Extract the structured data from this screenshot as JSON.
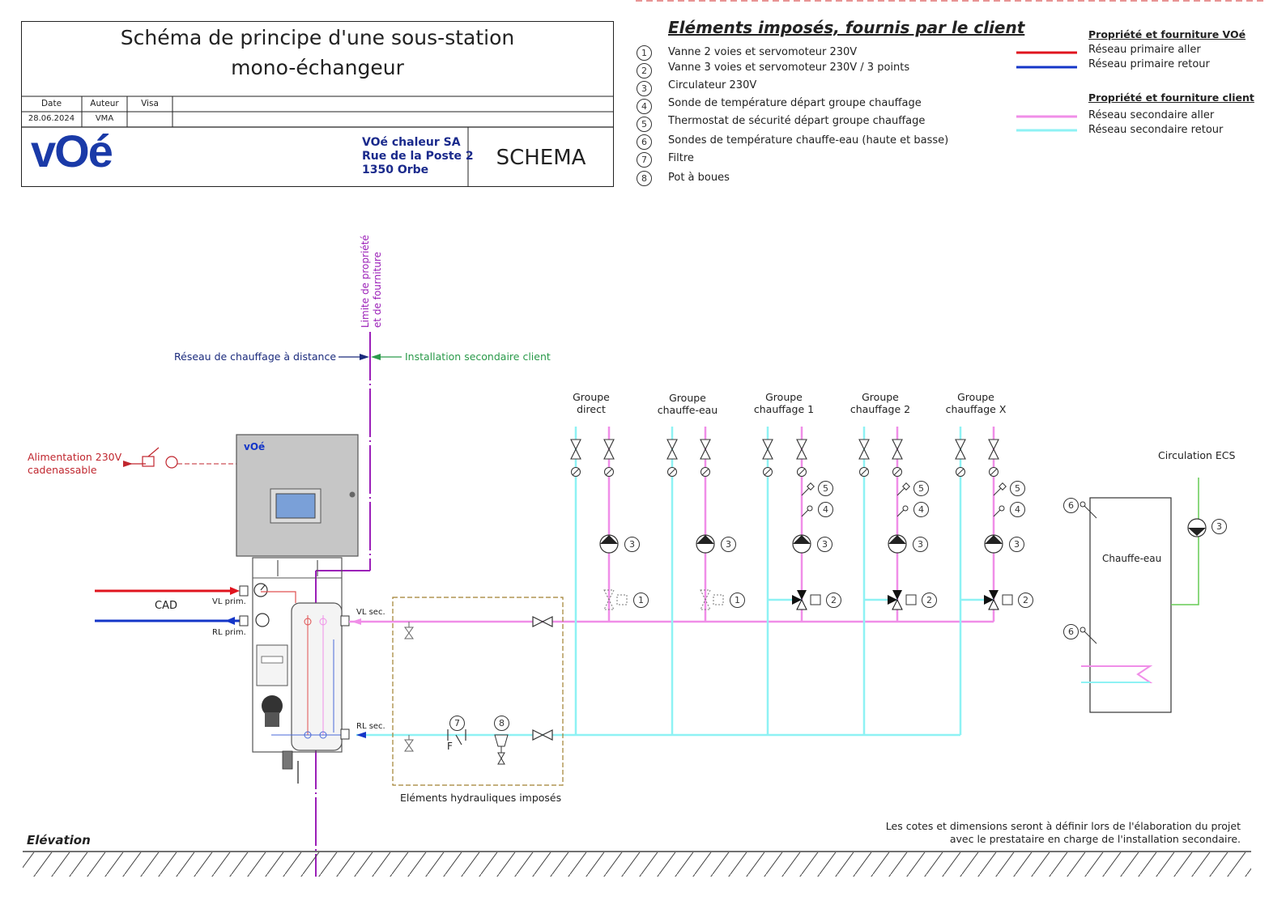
{
  "title_block": {
    "title_line1": "Schéma de principe d'une sous-station",
    "title_line2": "mono-échangeur",
    "headers": {
      "date": "Date",
      "author": "Auteur",
      "visa": "Visa"
    },
    "values": {
      "date": "28.06.2024",
      "author": "VMA",
      "visa": ""
    },
    "logo_text": "vOé",
    "company": {
      "name": "VOé chaleur SA",
      "street": "Rue de la Poste 2",
      "city": "1350 Orbe"
    },
    "drawing_type": "SCHEMA"
  },
  "legend": {
    "title": "Eléments imposés, fournis par le client",
    "items": [
      {
        "num": "1",
        "label": "Vanne 2 voies et servomoteur 230V"
      },
      {
        "num": "2",
        "label": "Vanne 3 voies et servomoteur 230V / 3 points"
      },
      {
        "num": "3",
        "label": "Circulateur 230V"
      },
      {
        "num": "4",
        "label": "Sonde de température départ groupe chauffage"
      },
      {
        "num": "5",
        "label": "Thermostat de sécurité départ groupe chauffage"
      },
      {
        "num": "6",
        "label": "Sondes de température chauffe-eau (haute et basse)"
      },
      {
        "num": "7",
        "label": "Filtre"
      },
      {
        "num": "8",
        "label": "Pot à boues"
      }
    ]
  },
  "network_legend": {
    "voe_heading": "Propriété et fourniture VOé",
    "primary_supply": "Réseau primaire aller",
    "primary_return": "Réseau primaire retour",
    "client_heading": "Propriété et fourniture client",
    "secondary_supply": "Réseau secondaire aller",
    "secondary_return": "Réseau secondaire retour",
    "colors": {
      "primary_supply": "#e0141e",
      "primary_return": "#1436c8",
      "secondary_supply": "#f08ee8",
      "secondary_return": "#8ef2f4",
      "limit": "#9b1fb8",
      "client": "#2a9a4a"
    }
  },
  "diagram": {
    "limit_label_line1": "Limite de propriété",
    "limit_label_line2": "et de fourniture",
    "district_network": "Réseau de chauffage à distance",
    "client_install": "Installation secondaire client",
    "power_line1": "Alimentation 230V",
    "power_line2": "cadenassable",
    "cabinet_logo": "vOé",
    "cad": "CAD",
    "vl_prim": "VL prim.",
    "rl_prim": "RL prim.",
    "vl_sec": "VL sec.",
    "rl_sec": "RL sec.",
    "filter_letter": "F",
    "hydraulic_label": "Eléments hydrauliques imposés",
    "groups": [
      {
        "line1": "Groupe",
        "line2": "direct"
      },
      {
        "line1": "Groupe",
        "line2": "chauffe-eau"
      },
      {
        "line1": "Groupe",
        "line2": "chauffage 1"
      },
      {
        "line1": "Groupe",
        "line2": "chauffage 2"
      },
      {
        "line1": "Groupe",
        "line2": "chauffage X"
      }
    ],
    "tag_numbers": {
      "n1": "1",
      "n2": "2",
      "n3": "3",
      "n4": "4",
      "n5": "5",
      "n6": "6",
      "n7": "7",
      "n8": "8"
    },
    "heater_label": "Chauffe-eau",
    "circulation_label": "Circulation ECS",
    "elevation": "Elévation",
    "note_line1": "Les cotes et dimensions seront à définir lors de l'élaboration du projet",
    "note_line2": "avec le prestataire en charge de l'installation secondaire."
  }
}
